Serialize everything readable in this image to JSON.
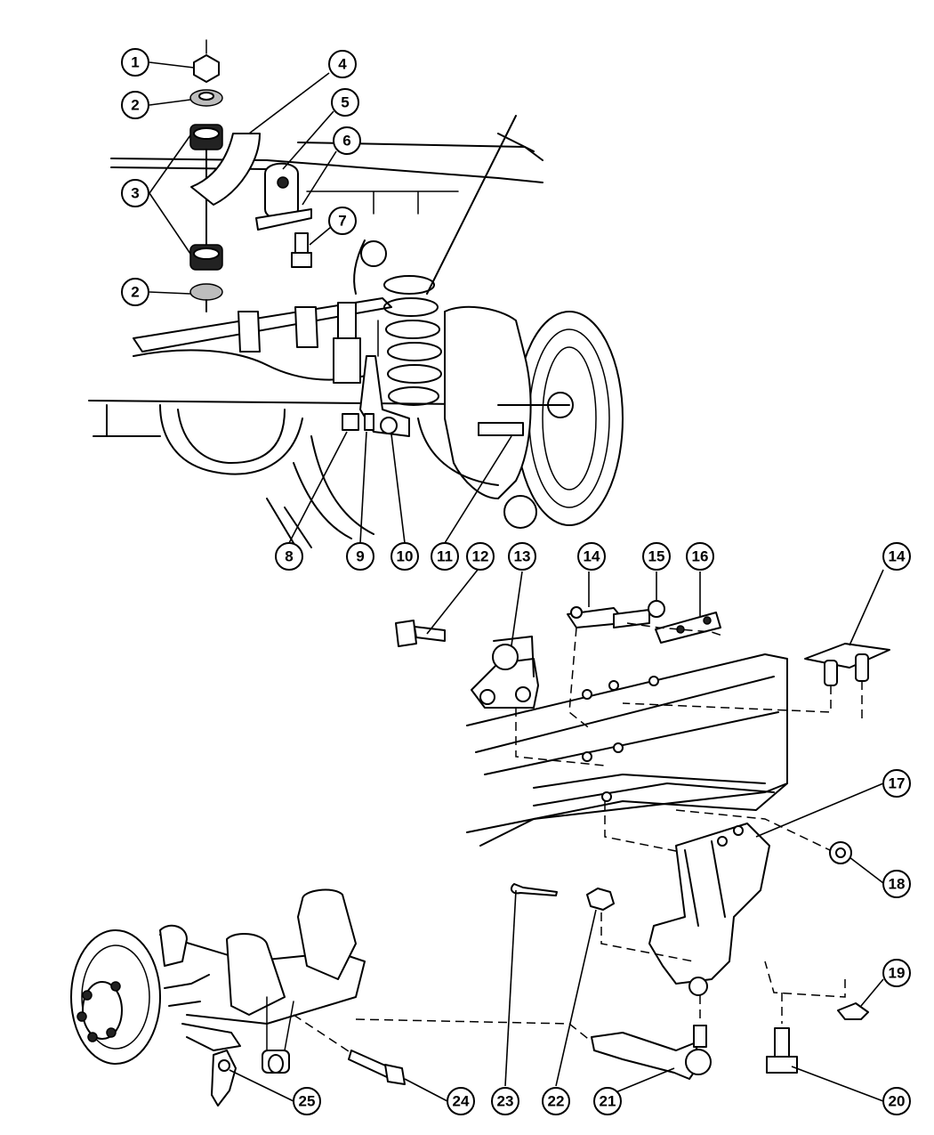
{
  "callouts": [
    "1",
    "2",
    "2",
    "3",
    "4",
    "5",
    "6",
    "7",
    "8",
    "9",
    "10",
    "11",
    "12",
    "13",
    "14",
    "14",
    "15",
    "16",
    "17",
    "18",
    "19",
    "20",
    "21",
    "22",
    "23",
    "24",
    "25"
  ]
}
